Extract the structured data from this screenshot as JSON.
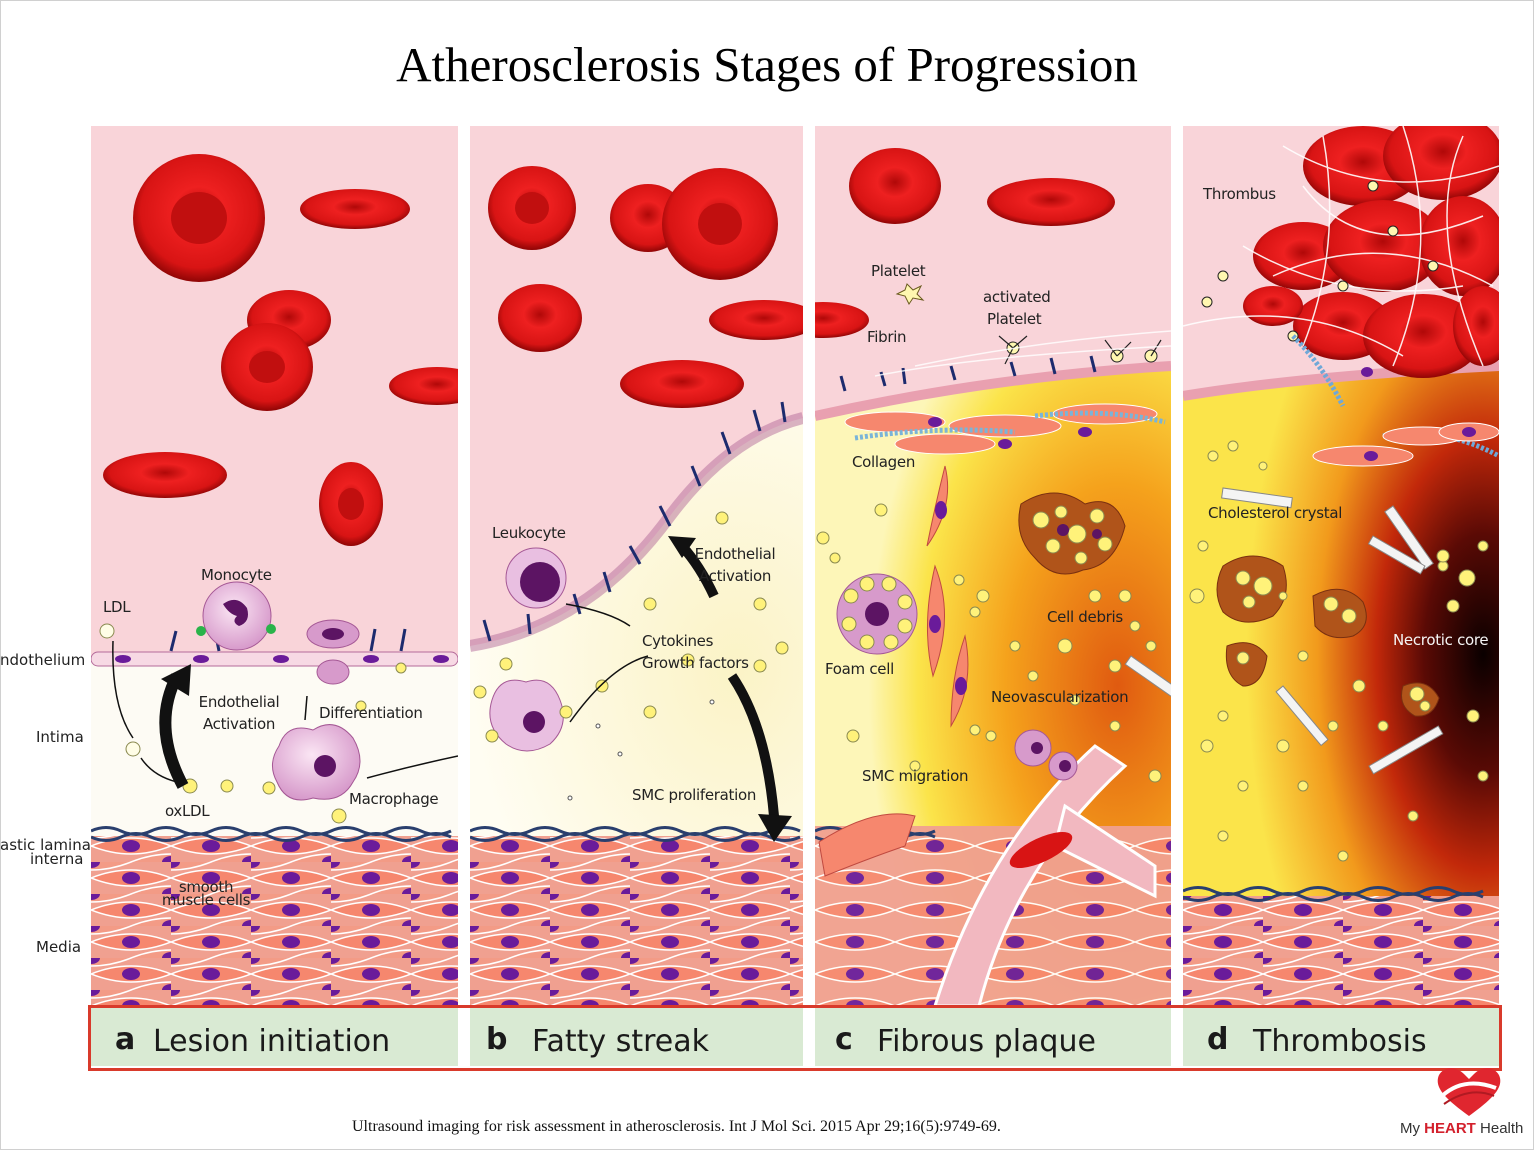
{
  "title": "Atherosclerosis Stages of Progression",
  "layer_labels": {
    "endothelium": "ndothelium",
    "intima": "Intima",
    "elastic_lamina_1": "astic lamina",
    "elastic_lamina_2": "interna",
    "media": "Media"
  },
  "panel_a": {
    "ldl": "LDL",
    "monocyte": "Monocyte",
    "endothelial_activation_1": "Endothelial",
    "endothelial_activation_2": "Activation",
    "differentiation": "Differentiation",
    "oxldl": "oxLDL",
    "macrophage": "Macrophage",
    "smooth_muscle_1": "smooth",
    "smooth_muscle_2": "muscle cells"
  },
  "panel_b": {
    "leukocyte": "Leukocyte",
    "endothelial_activation_1": "Endothelial",
    "endothelial_activation_2": "Activation",
    "cytokines": "Cytokines",
    "growth_factors": "Growth factors",
    "smc_proliferation": "SMC proliferation"
  },
  "panel_c": {
    "platelet": "Platelet",
    "activated_platelet_1": "activated",
    "activated_platelet_2": "Platelet",
    "fibrin": "Fibrin",
    "collagen": "Collagen",
    "cell_debris": "Cell debris",
    "foam_cell": "Foam cell",
    "neovascularization": "Neovascularization",
    "smc_migration": "SMC migration"
  },
  "panel_d": {
    "thrombus": "Thrombus",
    "cholesterol_crystal": "Cholesterol crystal",
    "necrotic_core": "Necrotic core"
  },
  "stages": [
    {
      "letter": "a",
      "name": "Lesion initiation"
    },
    {
      "letter": "b",
      "name": "Fatty streak"
    },
    {
      "letter": "c",
      "name": "Fibrous plaque"
    },
    {
      "letter": "d",
      "name": "Thrombosis"
    }
  ],
  "citation": "Ultrasound imaging for risk assessment in atherosclerosis. Int J Mol Sci. 2015 Apr 29;16(5):9749-69.",
  "logo": {
    "prefix": "My",
    "brand": "HEART",
    "suffix": "Health"
  },
  "colors": {
    "lumen": "#f9d4d9",
    "rbc": "#d81818",
    "highlight_border": "#d93a2b",
    "stage_strip": "#d9ead3",
    "logo_red": "#d3202c"
  }
}
